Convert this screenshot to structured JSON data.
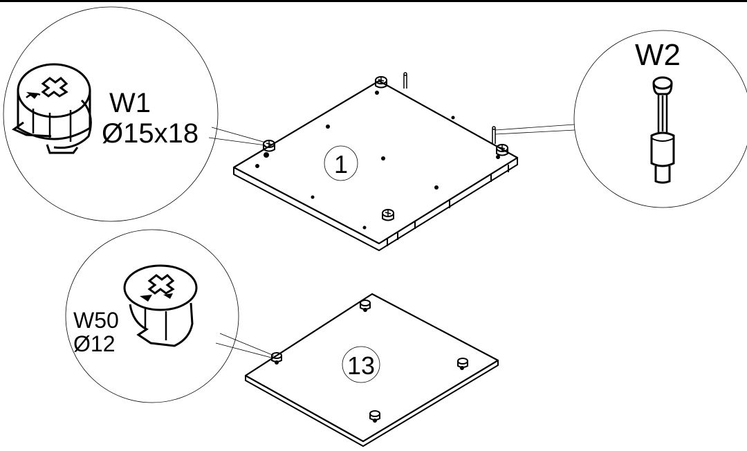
{
  "diagram": {
    "callouts": {
      "w1": {
        "code": "W1",
        "size": "Ø15x18"
      },
      "w2": {
        "code": "W2"
      },
      "w50": {
        "code": "W50",
        "size": "Ø12"
      }
    },
    "parts": {
      "top_panel": {
        "number": "1"
      },
      "bottom_panel": {
        "number": "13"
      }
    },
    "icons": [
      "cam-lock-w1-icon",
      "dowel-pin-w2-icon",
      "cam-lock-w50-icon",
      "cam-fitting-icon"
    ],
    "colors": {
      "line": "#000000",
      "background": "#ffffff"
    }
  }
}
